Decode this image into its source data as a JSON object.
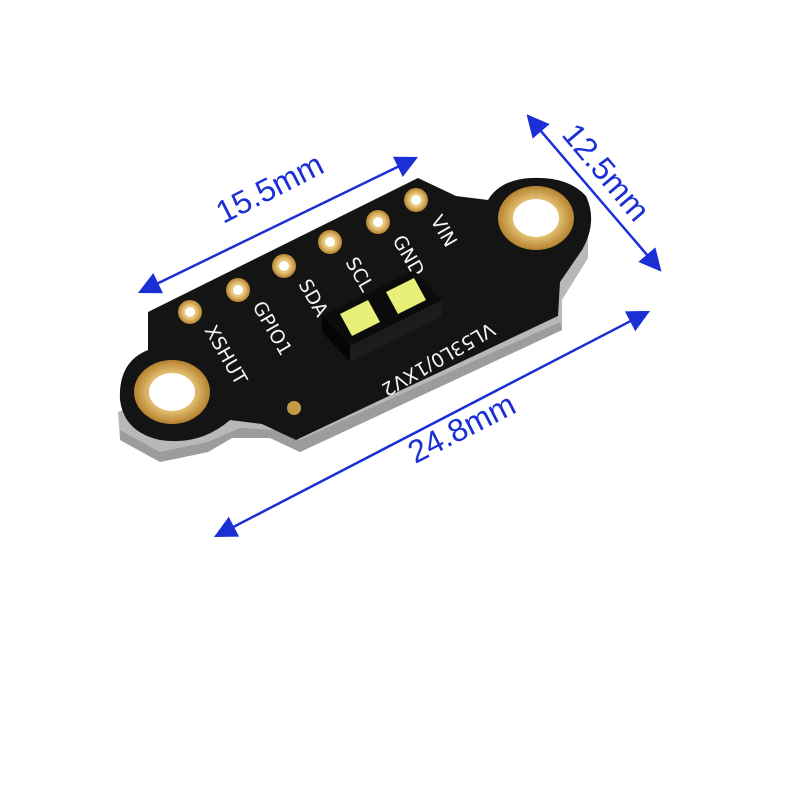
{
  "dimensions": {
    "width_label": "15.5mm",
    "height_label": "12.5mm",
    "length_label": "24.8mm",
    "color": "#1a2fd6"
  },
  "board": {
    "pins": [
      "VIN",
      "GND",
      "SCL",
      "SDA",
      "GPIO1",
      "XSHUT"
    ],
    "part_label": "VL53L0/1XV2",
    "pcb_color": "#121212",
    "pad_color": "#d4a64a"
  }
}
